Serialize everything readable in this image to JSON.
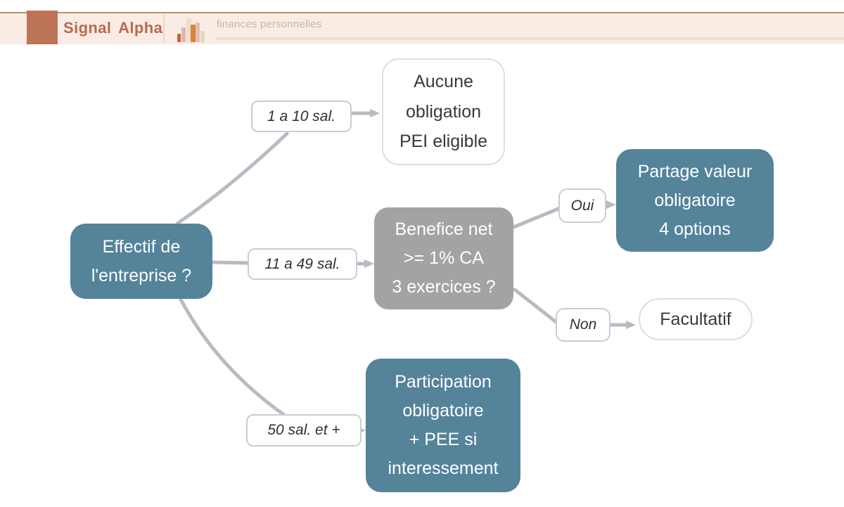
{
  "header": {
    "brand": "Signal Alpha",
    "topic": "finances personnelles"
  },
  "diagram": {
    "root": {
      "lines": [
        "Effectif de",
        "l'entreprise ?"
      ]
    },
    "labels": {
      "small": "1 a 10 sal.",
      "medium": "11 a 49 sal.",
      "large": "50 sal. et +",
      "yes": "Oui",
      "no": "Non"
    },
    "nodes": {
      "aucune": {
        "lines": [
          "Aucune",
          "obligation",
          "PEI eligible"
        ]
      },
      "benefice": {
        "lines": [
          "Benefice net",
          ">= 1% CA",
          "3 exercices ?"
        ]
      },
      "partage": {
        "lines": [
          "Partage valeur",
          "obligatoire",
          "4 options"
        ]
      },
      "facultatif": {
        "lines": [
          "Facultatif"
        ]
      },
      "participation": {
        "lines": [
          "Participation",
          "obligatoire",
          "+ PEE si",
          "interessement"
        ]
      }
    },
    "colors": {
      "teal": "#54839A",
      "gray": "#A2A3A5",
      "edge": "#B6BCC2",
      "accent": "#BD7355",
      "band": "#F9ECE4"
    }
  }
}
